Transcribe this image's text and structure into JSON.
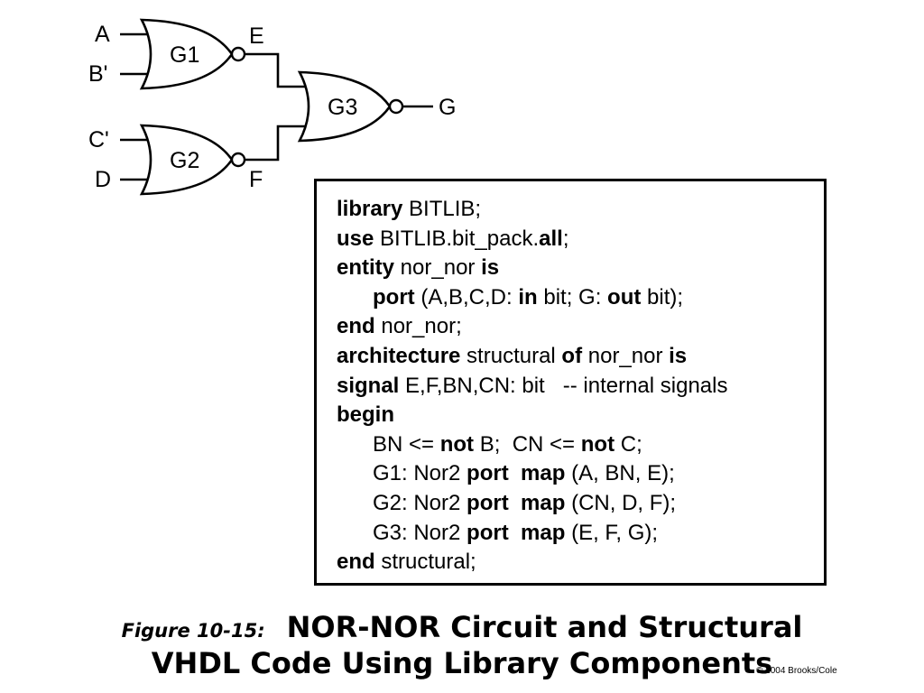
{
  "diagram": {
    "inputs": [
      "A",
      "B'",
      "C'",
      "D"
    ],
    "gates": [
      "G1",
      "G2",
      "G3"
    ],
    "internal_signals": [
      "E",
      "F"
    ],
    "output": "G"
  },
  "code": [
    [
      {
        "t": "library",
        "b": true
      },
      {
        "t": " BITLIB;"
      }
    ],
    [
      {
        "t": "use",
        "b": true
      },
      {
        "t": " BITLIB.bit_pack."
      },
      {
        "t": "all",
        "b": true
      },
      {
        "t": ";"
      }
    ],
    [
      {
        "t": "entity",
        "b": true
      },
      {
        "t": " nor_nor "
      },
      {
        "t": "is",
        "b": true
      }
    ],
    [
      {
        "t": "port",
        "b": true,
        "indent": true
      },
      {
        "t": " (A,B,C,D: "
      },
      {
        "t": "in",
        "b": true
      },
      {
        "t": " bit; G: "
      },
      {
        "t": "out",
        "b": true
      },
      {
        "t": " bit);"
      }
    ],
    [
      {
        "t": "end",
        "b": true
      },
      {
        "t": " nor_nor;"
      }
    ],
    [
      {
        "t": "architecture",
        "b": true
      },
      {
        "t": " structural "
      },
      {
        "t": "of",
        "b": true
      },
      {
        "t": " nor_nor "
      },
      {
        "t": "is",
        "b": true
      }
    ],
    [
      {
        "t": "signal",
        "b": true
      },
      {
        "t": " E,F,BN,CN: bit   -- internal signals"
      }
    ],
    [
      {
        "t": "begin",
        "b": true
      }
    ],
    [
      {
        "t": "BN <= ",
        "indent": true
      },
      {
        "t": "not",
        "b": true
      },
      {
        "t": " B;  CN <= "
      },
      {
        "t": "not",
        "b": true
      },
      {
        "t": " C;"
      }
    ],
    [
      {
        "t": "G1: Nor2 ",
        "indent": true
      },
      {
        "t": "port",
        "b": true
      },
      {
        "t": "  "
      },
      {
        "t": "map",
        "b": true
      },
      {
        "t": " (A, BN, E);"
      }
    ],
    [
      {
        "t": "G2: Nor2 ",
        "indent": true
      },
      {
        "t": "port",
        "b": true
      },
      {
        "t": "  "
      },
      {
        "t": "map",
        "b": true
      },
      {
        "t": " (CN, D, F);"
      }
    ],
    [
      {
        "t": "G3: Nor2 ",
        "indent": true
      },
      {
        "t": "port",
        "b": true
      },
      {
        "t": "  "
      },
      {
        "t": "map",
        "b": true
      },
      {
        "t": " (E, F, G);"
      }
    ],
    [
      {
        "t": "end",
        "b": true
      },
      {
        "t": " structural;"
      }
    ]
  ],
  "caption": {
    "figure_label": "Figure 10-15:",
    "title_line1": "NOR-NOR Circuit and Structural",
    "title_line2": "VHDL Code Using Library Components"
  },
  "copyright": "© 2004 Brooks/Cole"
}
